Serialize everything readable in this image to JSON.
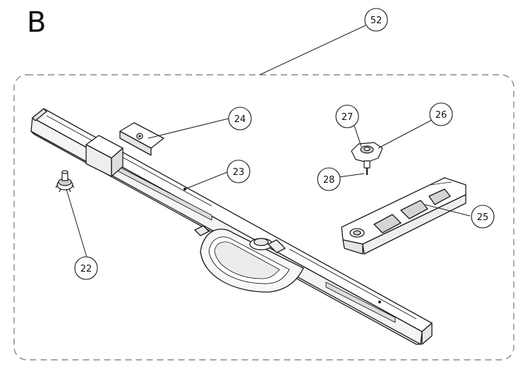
{
  "section_label": "B",
  "callouts": [
    {
      "id": "52",
      "label": "52"
    },
    {
      "id": "24",
      "label": "24"
    },
    {
      "id": "23",
      "label": "23"
    },
    {
      "id": "22",
      "label": "22"
    },
    {
      "id": "27",
      "label": "27"
    },
    {
      "id": "26",
      "label": "26"
    },
    {
      "id": "28",
      "label": "28"
    },
    {
      "id": "25",
      "label": "25"
    }
  ],
  "colors": {
    "line": "#1a1a1a",
    "fill": "#ffffff",
    "dash": "#8a8a8a",
    "shade": "#d9d9d9"
  }
}
